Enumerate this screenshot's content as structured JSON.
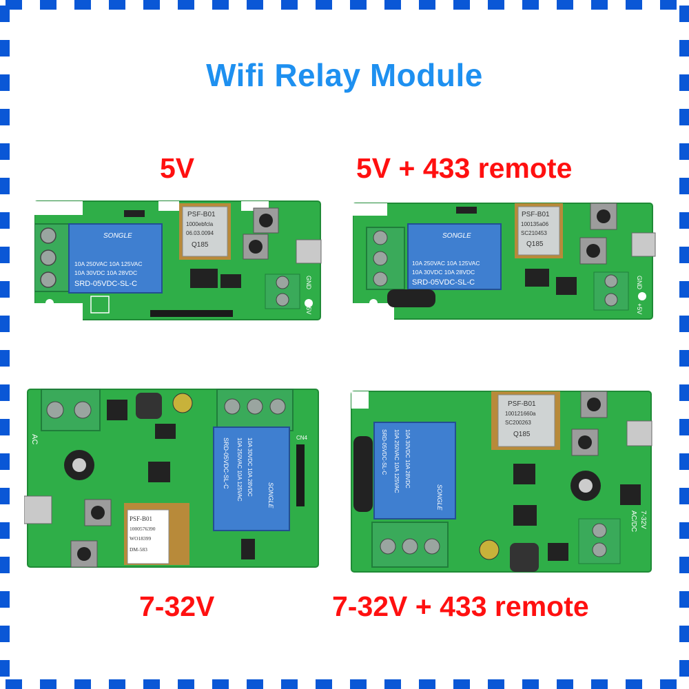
{
  "title": "Wifi Relay Module",
  "colors": {
    "border_dash": "#0a57d6",
    "title": "#1e90f0",
    "label": "#ff1010",
    "pcb": "#2fae48",
    "pcb_dark": "#1f8a36",
    "relay": "#3f7fd0",
    "terminal": "#3aaa5a"
  },
  "boards": [
    {
      "label": "5V",
      "relay_text": [
        "SONGLE",
        "10A 250VAC  10A 125VAC",
        "10A 30VDC   10A 28VDC",
        "SRD-05VDC-SL-C"
      ],
      "module_text": [
        "PSF-B01",
        "1000ebfcla",
        "06.03.0094",
        "Q185"
      ],
      "pins": [
        "GND",
        "+5V"
      ]
    },
    {
      "label": "5V + 433 remote",
      "relay_text": [
        "SONGLE",
        "10A 250VAC  10A 125VAC",
        "10A 30VDC   10A 28VDC",
        "SRD-05VDC-SL-C"
      ],
      "module_text": [
        "PSF-B01",
        "100135a06",
        "SC210453",
        "Q185"
      ],
      "pins": [
        "GND",
        "+5V"
      ]
    },
    {
      "label": "7-32V",
      "relay_text": [
        "SONGLE",
        "10A 250VAC 10A 125VAC",
        "10A 30VDC 10A 28VDC",
        "SRD-05VDC-SL-C"
      ],
      "module_text": [
        "PSF-B01",
        "1000576390",
        "WO18399",
        "DM-583"
      ],
      "pins": [
        "AC",
        "CN4"
      ]
    },
    {
      "label": "7-32V + 433 remote",
      "relay_text": [
        "SONGLE",
        "10A 250VAC 10A 125VAC",
        "10A 30VDC 10A 28VDC",
        "SRD-05VDC-SL-C"
      ],
      "module_text": [
        "PSF-B01",
        "100121660a",
        "SC200263",
        "Q185"
      ],
      "pins": [
        "AC/DC",
        "7-32V"
      ]
    }
  ]
}
